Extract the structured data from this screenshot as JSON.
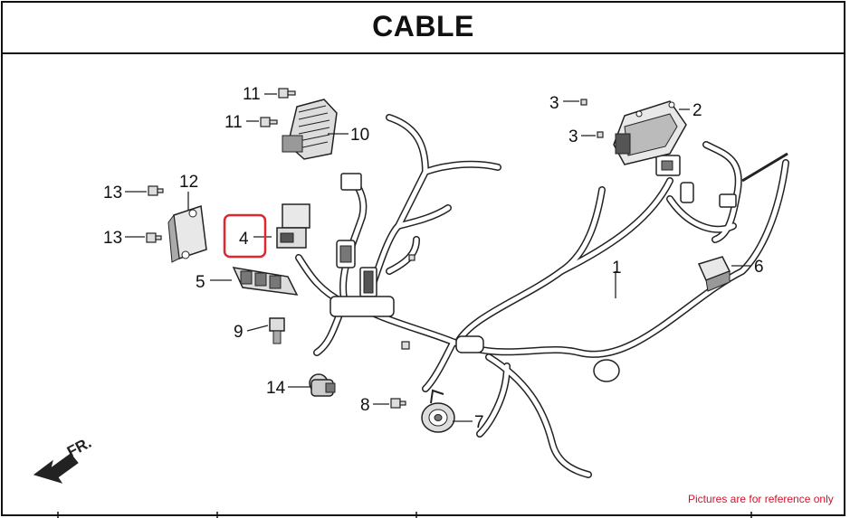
{
  "header": {
    "title": "CABLE"
  },
  "callouts": [
    {
      "label": "1",
      "part": "main-wire-harness"
    },
    {
      "label": "2",
      "part": "ecu-module"
    },
    {
      "label": "3",
      "part": "bolt"
    },
    {
      "label": "3",
      "part": "bolt"
    },
    {
      "label": "4",
      "part": "relay",
      "highlighted": true
    },
    {
      "label": "5",
      "part": "fuse-box"
    },
    {
      "label": "6",
      "part": "connector"
    },
    {
      "label": "7",
      "part": "horn"
    },
    {
      "label": "8",
      "part": "bolt"
    },
    {
      "label": "9",
      "part": "sensor"
    },
    {
      "label": "10",
      "part": "regulator-rectifier"
    },
    {
      "label": "11",
      "part": "bolt"
    },
    {
      "label": "11",
      "part": "bolt"
    },
    {
      "label": "12",
      "part": "control-unit"
    },
    {
      "label": "13",
      "part": "bolt"
    },
    {
      "label": "13",
      "part": "bolt"
    },
    {
      "label": "14",
      "part": "switch"
    }
  ],
  "direction_indicator": {
    "label": "FR."
  },
  "footer": {
    "note": "Pictures are for reference only"
  },
  "colors": {
    "highlight": "#e0262f",
    "line": "#222222",
    "note": "#d0142a"
  }
}
